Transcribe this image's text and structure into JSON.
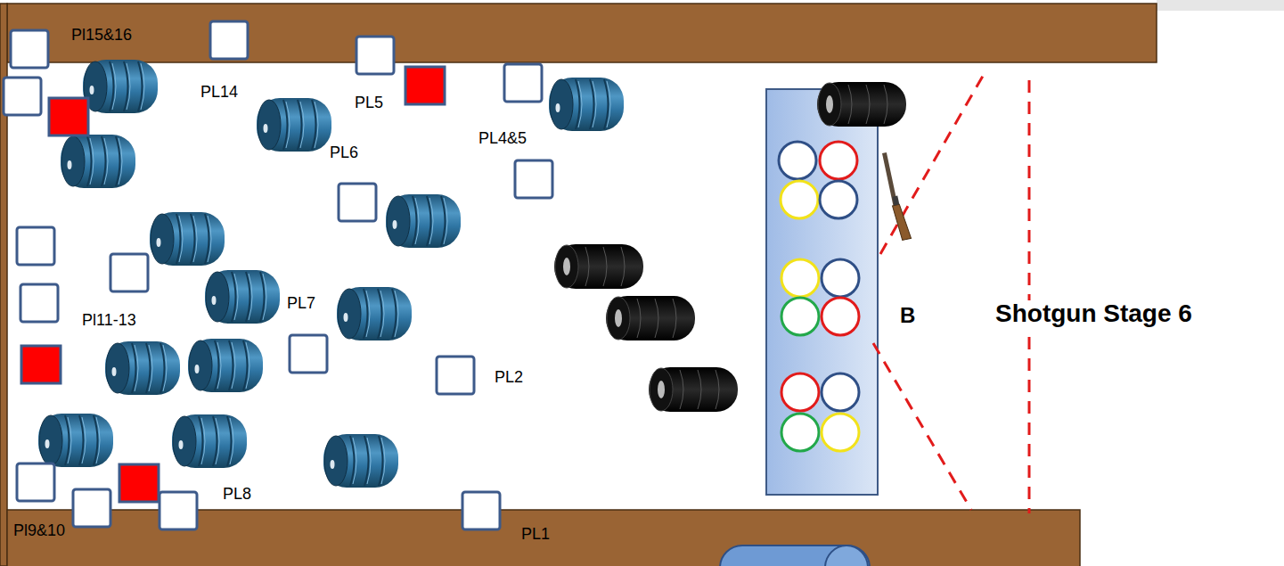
{
  "diagram": {
    "labels": [
      "Pl15&16",
      "PL14",
      "PL5",
      "PL4&5",
      "PL6",
      "Pl11-13",
      "PL7",
      "PL2",
      "PL8",
      "Pl9&10",
      "PL1",
      "B",
      "Shotgun Stage 6"
    ]
  }
}
